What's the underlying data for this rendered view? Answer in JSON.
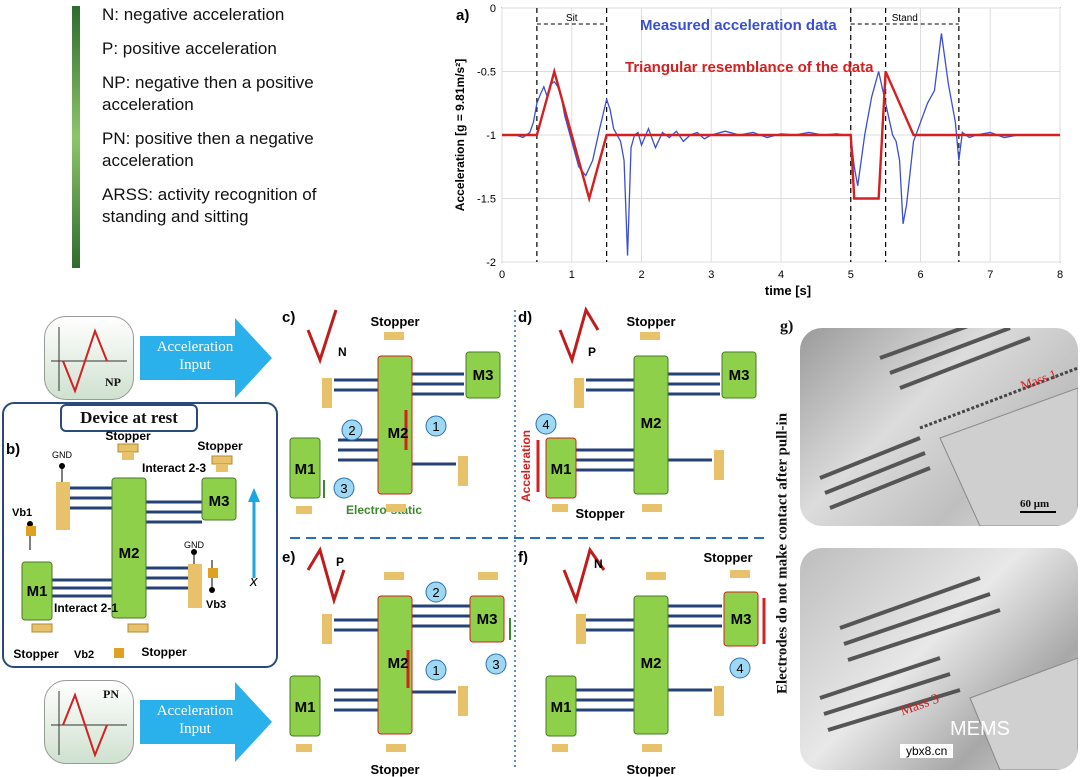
{
  "legend": {
    "items": [
      "N: negative acceleration",
      "P: positive acceleration",
      "NP: negative then a positive acceleration",
      "PN: positive then a negative acceleration",
      "ARSS: activity recognition of standing and sitting"
    ]
  },
  "chart_data": {
    "type": "line",
    "panel_label": "a)",
    "xlabel": "time [s]",
    "ylabel": "Acceleration [g = 9.81m/s²]",
    "xlim": [
      0,
      8
    ],
    "ylim": [
      -2,
      0
    ],
    "xticks": [
      "0",
      "1",
      "2",
      "3",
      "4",
      "5",
      "6",
      "7",
      "8"
    ],
    "yticks": [
      "0",
      "-0.5",
      "-1",
      "-1.5",
      "-2"
    ],
    "grid": true,
    "region_labels": [
      "Sit",
      "Stand"
    ],
    "regions": [
      [
        0.5,
        1.5
      ],
      [
        5.0,
        6.55
      ]
    ],
    "extra_dashed_x": [
      5.5
    ],
    "series": [
      {
        "name": "Measured acceleration data",
        "color": "#3a4fd0",
        "x": [
          0,
          0.2,
          0.3,
          0.4,
          0.45,
          0.5,
          0.55,
          0.6,
          0.65,
          0.7,
          0.75,
          0.8,
          0.85,
          0.9,
          1.0,
          1.1,
          1.2,
          1.3,
          1.4,
          1.5,
          1.55,
          1.6,
          1.65,
          1.7,
          1.75,
          1.8,
          1.85,
          1.9,
          1.95,
          2.0,
          2.1,
          2.2,
          2.3,
          2.4,
          2.5,
          2.6,
          2.7,
          2.8,
          2.9,
          3.0,
          3.2,
          3.4,
          3.6,
          3.8,
          4.0,
          4.2,
          4.4,
          4.6,
          4.8,
          4.9,
          5.0,
          5.05,
          5.1,
          5.2,
          5.3,
          5.4,
          5.5,
          5.6,
          5.65,
          5.7,
          5.75,
          5.8,
          5.85,
          5.9,
          6.0,
          6.1,
          6.2,
          6.3,
          6.4,
          6.5,
          6.55,
          6.6,
          6.7,
          6.8,
          7.0,
          7.2,
          7.4,
          7.6,
          7.8,
          8.0
        ],
        "values": [
          -1,
          -1,
          -1.02,
          -0.98,
          -0.9,
          -0.75,
          -0.68,
          -0.62,
          -0.7,
          -0.6,
          -0.58,
          -0.62,
          -0.7,
          -0.85,
          -1.05,
          -1.25,
          -1.32,
          -1.2,
          -0.95,
          -0.72,
          -0.8,
          -0.95,
          -1.0,
          -1.05,
          -1.2,
          -1.95,
          -1.1,
          -1.0,
          -0.98,
          -1.08,
          -0.95,
          -1.1,
          -0.98,
          -1.02,
          -0.97,
          -1.05,
          -1.0,
          -0.98,
          -1.03,
          -1.0,
          -0.97,
          -1.0,
          -0.98,
          -1.02,
          -0.99,
          -1.0,
          -0.98,
          -1.0,
          -0.99,
          -1.0,
          -1.0,
          -1.25,
          -1.4,
          -1.0,
          -0.7,
          -0.5,
          -0.75,
          -1.0,
          -1.05,
          -1.2,
          -1.7,
          -1.55,
          -1.3,
          -1.05,
          -0.9,
          -0.75,
          -0.65,
          -0.2,
          -0.6,
          -0.9,
          -1.2,
          -0.98,
          -1.02,
          -1.0,
          -0.98,
          -1.02,
          -1.0,
          -1.0,
          -1.0,
          -1.0
        ]
      },
      {
        "name": "Triangular resemblance of the data",
        "color": "#d42020",
        "x": [
          0,
          0.5,
          0.75,
          1.25,
          1.5,
          5.0,
          5.05,
          5.4,
          5.5,
          5.9,
          6.55,
          8
        ],
        "values": [
          -1,
          -1,
          -0.5,
          -1.5,
          -1,
          -1,
          -1.5,
          -1.5,
          -0.5,
          -1,
          -1,
          -1
        ]
      }
    ]
  },
  "inputs": {
    "np_label": "NP",
    "pn_label": "PN",
    "arrow_text": "Acceleration Input"
  },
  "panel_b": {
    "title": "Device at rest",
    "label": "b)",
    "m1": "M1",
    "m2": "M2",
    "m3": "M3",
    "stopper": "Stopper",
    "interact23": "Interact 2-3",
    "interact21": "Interact 2-1",
    "gnd": "GND",
    "vb1": "Vb1",
    "vb2": "Vb2",
    "vb3": "Vb3",
    "axis": "x"
  },
  "panels": {
    "c": {
      "label": "c)",
      "type": "N",
      "electro": "Electro-static"
    },
    "d": {
      "label": "d)",
      "type": "P",
      "accel": "Acceleration"
    },
    "e": {
      "label": "e)",
      "type": "P"
    },
    "f": {
      "label": "f)",
      "type": "N"
    },
    "stopper": "Stopper",
    "nums": [
      "1",
      "2",
      "3",
      "4"
    ]
  },
  "panel_g": {
    "label": "g)",
    "mass1": "Mass 1",
    "mass3": "Mass 3",
    "scale": "60 μm",
    "side_text": "Electrodes do not make contact after pull-in",
    "watermark": "MEMS",
    "site": "ybx8.cn"
  },
  "colors": {
    "mass": "#8ed04a",
    "finger": "#24417a",
    "stopper": "#e8c26a",
    "arrow": "#1aa6e6"
  }
}
